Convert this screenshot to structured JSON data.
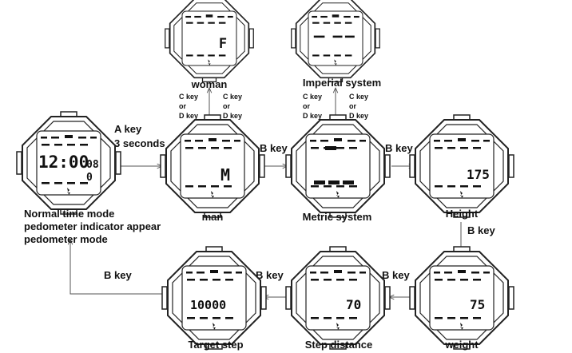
{
  "watches": {
    "woman": {
      "label": "woman",
      "display": "F"
    },
    "imperial": {
      "label": "Imperial system",
      "display": ""
    },
    "normal": {
      "label_lines": [
        "Normal time mode",
        "pedometer indicator appear",
        "pedometer mode"
      ],
      "display": "12:00",
      "display_sub": "08",
      "display_sub2": "0"
    },
    "man": {
      "label": "man",
      "display": "M"
    },
    "metric": {
      "label": "Metric system",
      "display": ""
    },
    "height": {
      "label": "Height",
      "display": "175"
    },
    "target": {
      "label": "Target step",
      "display": "10000"
    },
    "stepdist": {
      "label": "Step distance",
      "display": "70"
    },
    "weight": {
      "label": "weight",
      "display": "75"
    }
  },
  "arrows": {
    "a_key": [
      "A key",
      "3 seconds"
    ],
    "b_key": "B key",
    "cd_key": [
      "C key",
      "or",
      "D key"
    ]
  }
}
